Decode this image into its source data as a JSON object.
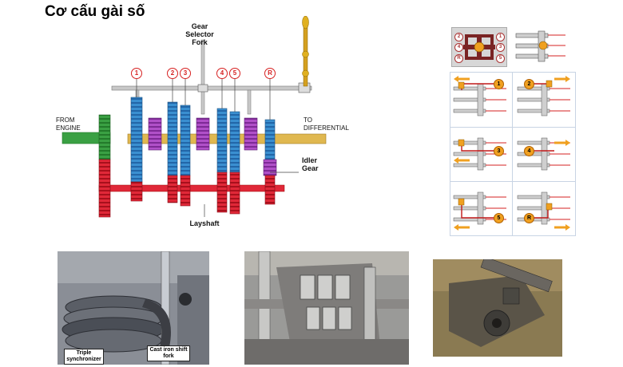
{
  "title": "Cơ cấu gài số",
  "gearbox": {
    "labels": {
      "gear_selector_fork": "Gear Selector Fork",
      "from_engine": "FROM ENGINE",
      "to_differential": "TO DIFFERENTIAL",
      "idler_gear": "Idler Gear",
      "layshaft": "Layshaft"
    },
    "gear_markers": [
      "1",
      "2",
      "3",
      "4",
      "5",
      "R"
    ]
  },
  "shift_pattern": {
    "gate_labels": [
      "2",
      "1",
      "4",
      "3",
      "R",
      "5"
    ],
    "panel_gears": [
      "1",
      "2",
      "3",
      "4",
      "5",
      "R"
    ]
  },
  "photos": {
    "photo1_caption_left": "Triple synchronizer",
    "photo1_caption_right": "Cast iron shift fork"
  },
  "colors": {
    "main_shaft": "#e0b850",
    "input_shaft": "#3aa043",
    "gear_blue": "#3a8fd0",
    "gear_red": "#e02838",
    "synchro_purple": "#b050c8",
    "marker_red": "#d62020",
    "arrow_orange": "#f0a020"
  },
  "icons": [
    "gear-lever-icon",
    "arrow-left-icon",
    "arrow-right-icon"
  ]
}
